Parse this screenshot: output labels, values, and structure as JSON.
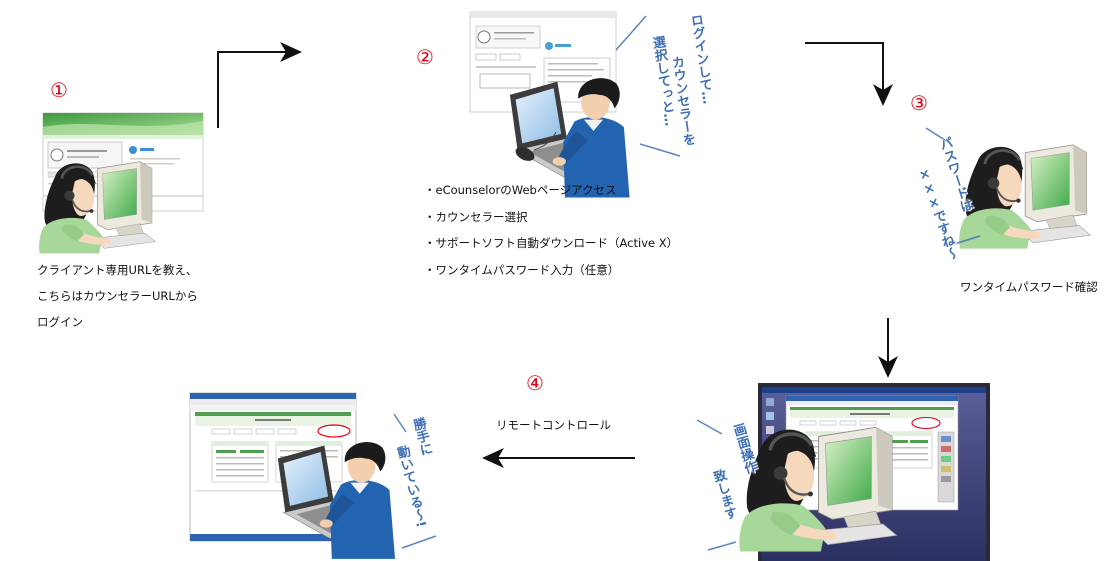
{
  "colors": {
    "step_number": "#e60012",
    "caption_text": "#111111",
    "speech_text": "#3f6fb5",
    "arrow": "#111111",
    "operator_shirt": "#a7d89a",
    "client_shirt": "#2364b0",
    "highlight_circle": "#e60012"
  },
  "step1": {
    "number": "①",
    "caption": [
      "クライアント専用URLを教え、",
      "こちらはカウンセラーURLから",
      "ログイン"
    ]
  },
  "step2": {
    "number": "②",
    "bullets": [
      "・eCounselorのWebページアクセス",
      "・カウンセラー選択",
      "・サポートソフト自動ダウンロード（Active X）",
      "・ワンタイムパスワード入力（任意）"
    ],
    "speech": [
      "ログインして…",
      "カウンセラーを",
      "選択してっと…"
    ]
  },
  "step3": {
    "number": "③",
    "caption": "ワンタイムパスワード確認",
    "speech": [
      "パスワードは",
      "×××ですね～"
    ]
  },
  "step4": {
    "number": "④",
    "caption": "リモートコントロール",
    "operator_speech": [
      "画面操作",
      "致します"
    ],
    "client_speech": [
      "勝手に",
      "動いている～!"
    ]
  }
}
